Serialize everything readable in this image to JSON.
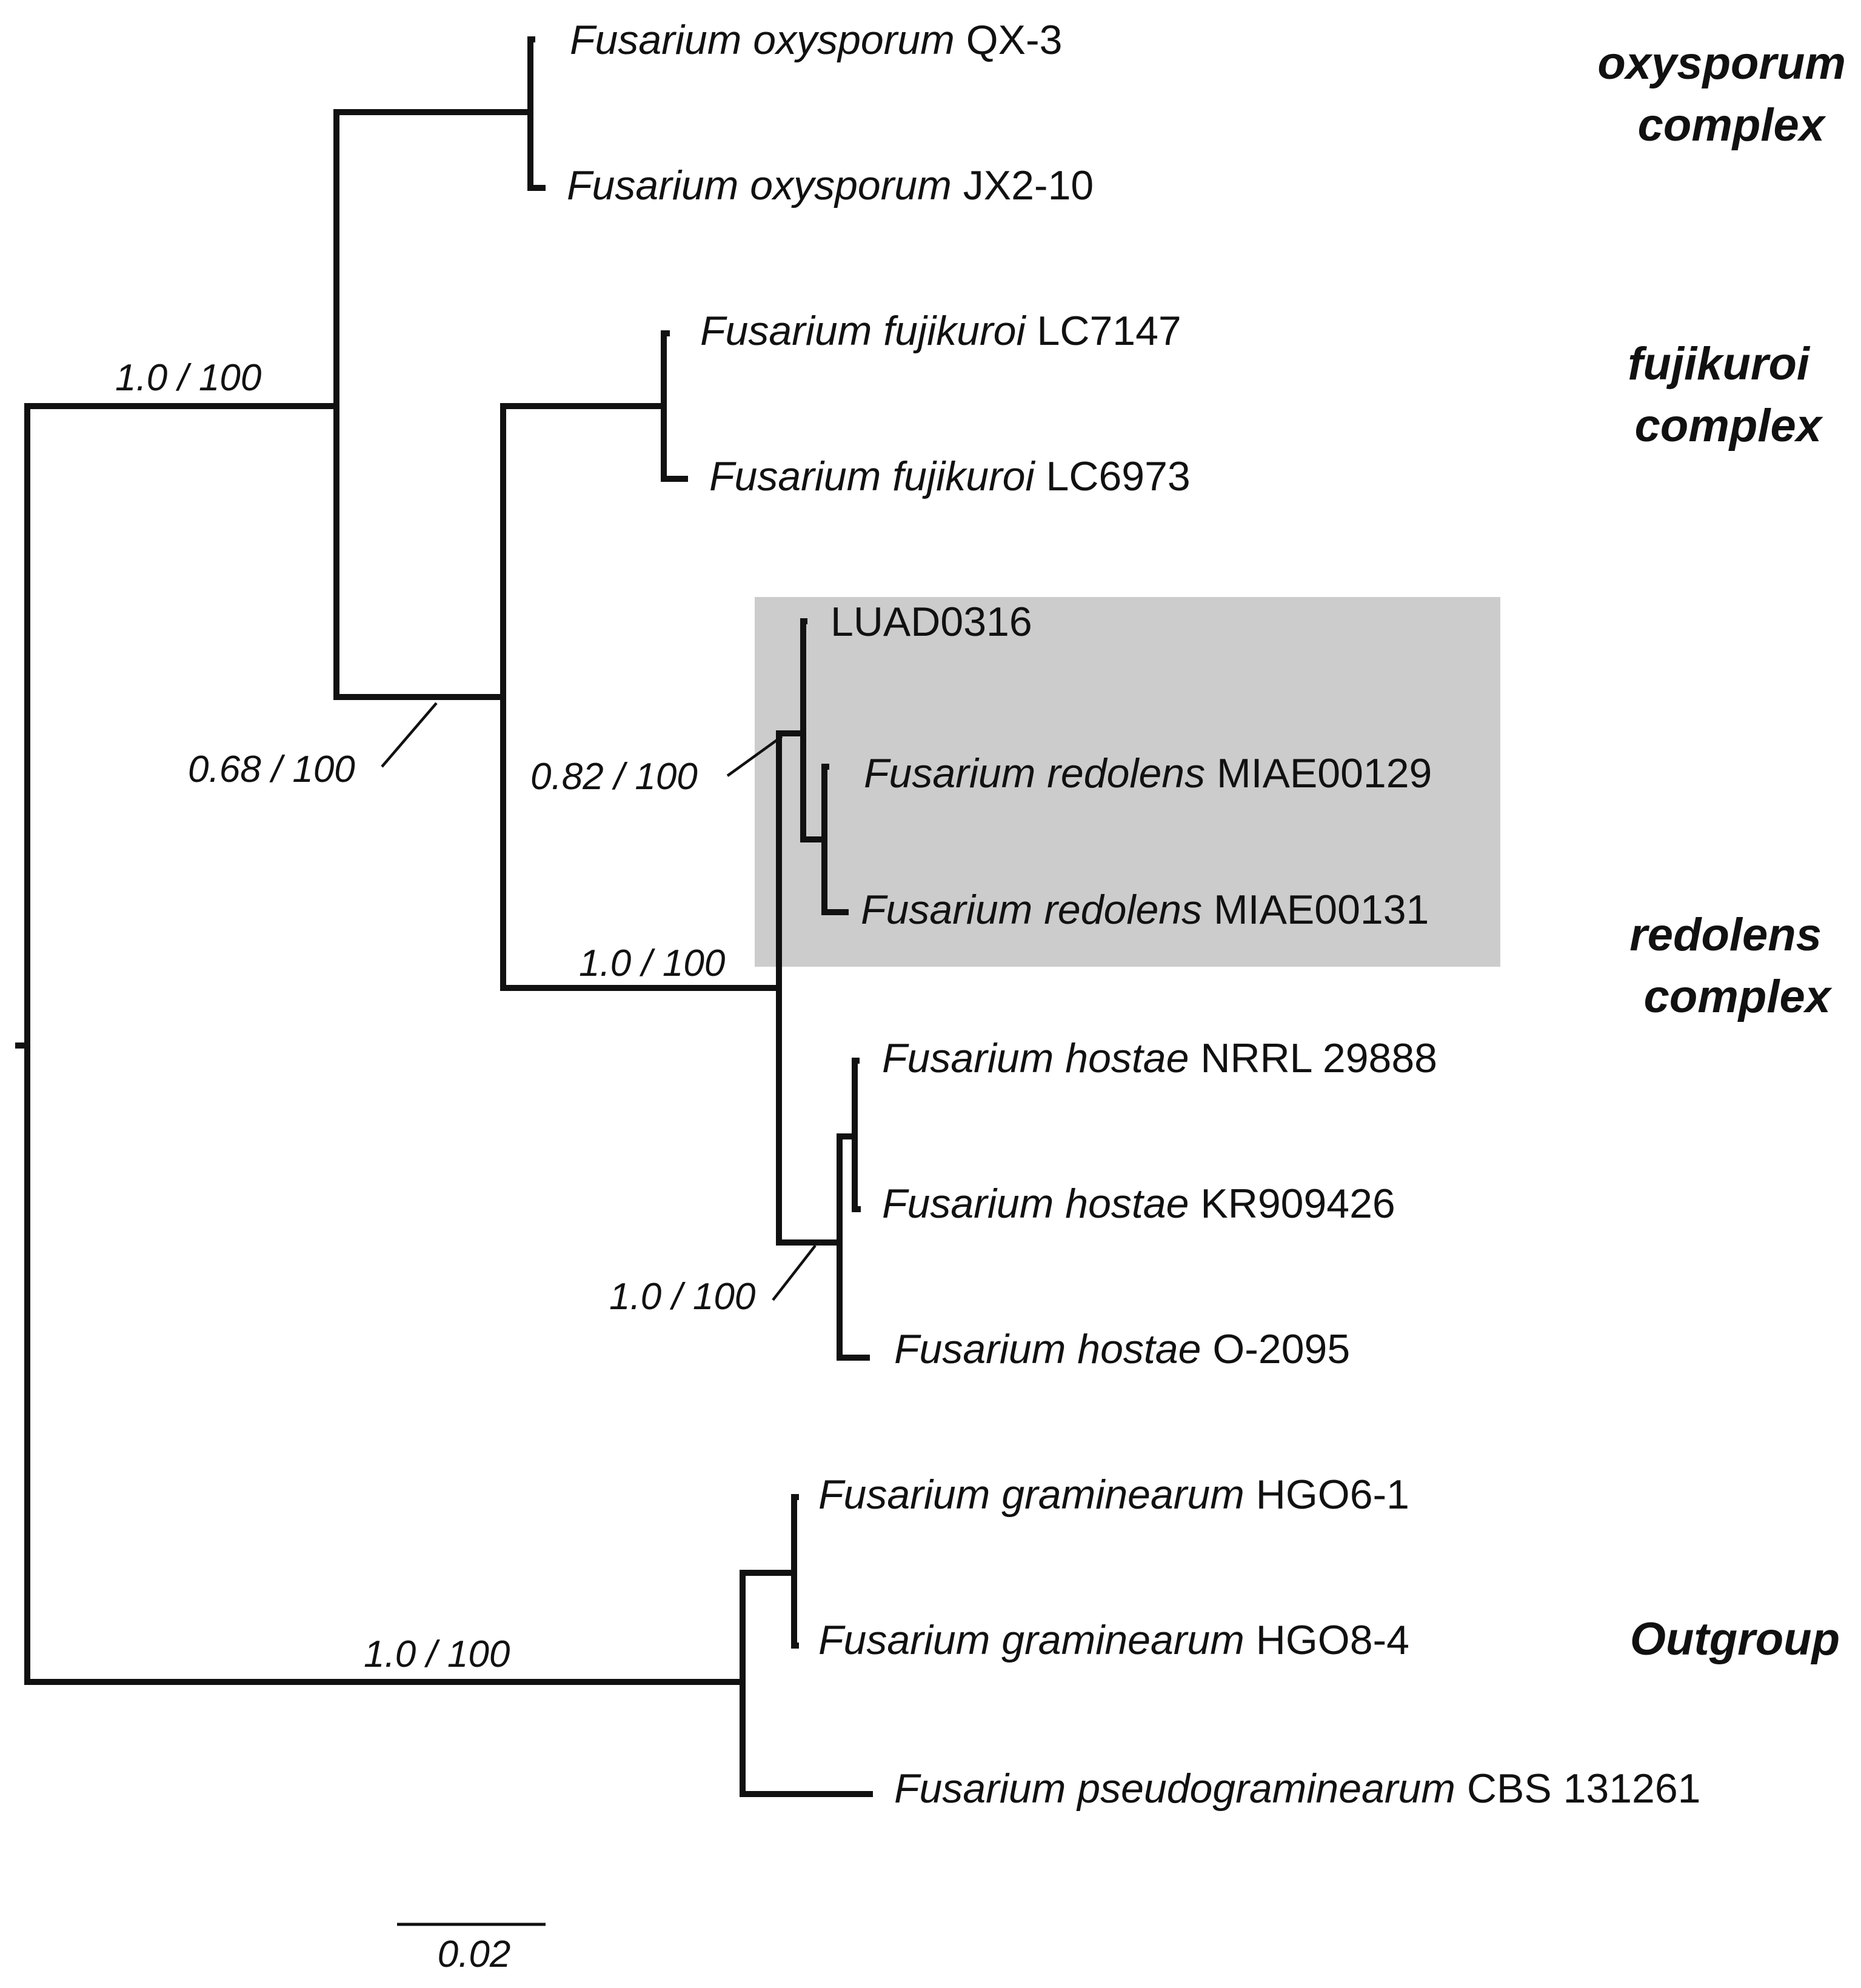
{
  "taxa": [
    {
      "id": "t1",
      "species": "Fusarium oxysporum",
      "strain": "QX-3"
    },
    {
      "id": "t2",
      "species": "Fusarium oxysporum",
      "strain": "JX2-10"
    },
    {
      "id": "t3",
      "species": "Fusarium fujikuroi",
      "strain": "LC7147"
    },
    {
      "id": "t4",
      "species": "Fusarium fujikuroi",
      "strain": "LC6973"
    },
    {
      "id": "t5",
      "species": "",
      "strain": "LUAD0316"
    },
    {
      "id": "t6",
      "species": "Fusarium redolens",
      "strain": "MIAE00129"
    },
    {
      "id": "t7",
      "species": "Fusarium redolens",
      "strain": "MIAE00131"
    },
    {
      "id": "t8",
      "species": "Fusarium hostae",
      "strain": "NRRL 29888"
    },
    {
      "id": "t9",
      "species": "Fusarium hostae",
      "strain": "KR909426"
    },
    {
      "id": "t10",
      "species": "Fusarium hostae",
      "strain": "O-2095"
    },
    {
      "id": "t11",
      "species": "Fusarium graminearum",
      "strain": "HGO6-1"
    },
    {
      "id": "t12",
      "species": "Fusarium graminearum",
      "strain": "HGO8-4"
    },
    {
      "id": "t13",
      "species": "Fusarium pseudograminearum",
      "strain": "CBS 131261"
    }
  ],
  "support_values": [
    {
      "id": "s1",
      "label": "1.0 / 100"
    },
    {
      "id": "s2",
      "label": "0.68 / 100"
    },
    {
      "id": "s3",
      "label": "0.82 / 100"
    },
    {
      "id": "s4",
      "label": "1.0 / 100"
    },
    {
      "id": "s5",
      "label": "1.0 / 100"
    },
    {
      "id": "s6",
      "label": "1.0 / 100"
    }
  ],
  "groups": {
    "oxysporum": {
      "line1": "oxysporum",
      "line2": "complex"
    },
    "fujikuroi": {
      "line1": "fujikuroi",
      "line2": "complex"
    },
    "redolens": {
      "line1": "redolens",
      "line2": "complex"
    },
    "outgroup": {
      "line1": "Outgroup"
    }
  },
  "highlight": {
    "color": "#cccccc",
    "taxa": [
      "LUAD0316",
      "MIAE00129",
      "MIAE00131"
    ]
  },
  "scale_bar": {
    "label": "0.02"
  },
  "colors": {
    "branch": "#111111",
    "text": "#111111",
    "highlight": "#cccccc"
  }
}
